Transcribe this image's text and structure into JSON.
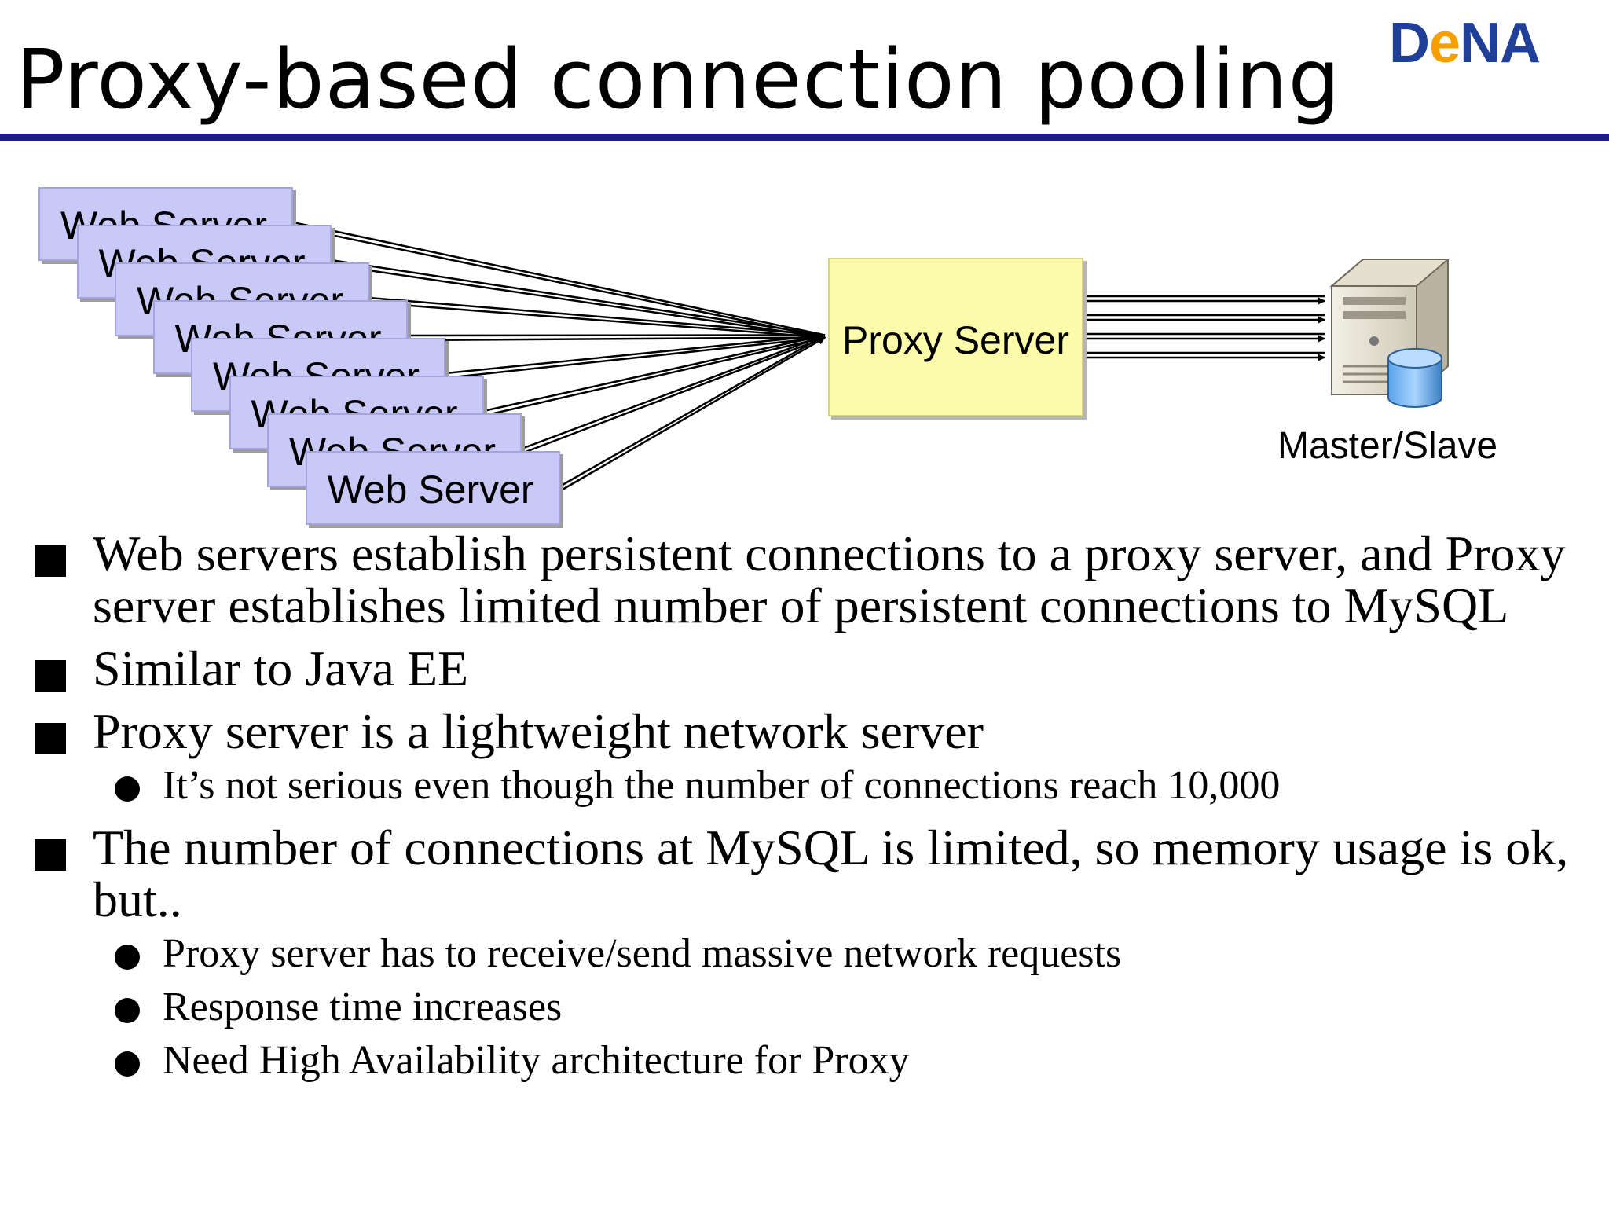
{
  "title": "Proxy-based connection pooling",
  "logo": {
    "part1": "D",
    "part2": "e",
    "part3": "NA"
  },
  "diagram": {
    "web_servers": [
      "Web Server",
      "Web Server",
      "Web Server",
      "Web Server",
      "Web Server",
      "Web Server",
      "Web Server",
      "Web Server"
    ],
    "proxy_label": "Proxy Server",
    "db_label": "Master/Slave",
    "proxy_to_db_connections": 4,
    "colors": {
      "web_server_fill": "#c9c9f7",
      "proxy_fill": "#fbfbaa",
      "title_rule": "#1c1a8e"
    }
  },
  "bullets": [
    {
      "text": "Web servers establish persistent connections to a proxy server, and Proxy server establishes limited number of persistent connections to MySQL",
      "sub": []
    },
    {
      "text": "Similar to Java EE",
      "sub": []
    },
    {
      "text": "Proxy server is a lightweight network server",
      "sub": [
        "It’s not serious even though the number of connections reach 10,000"
      ]
    },
    {
      "text": "The number of connections at MySQL is limited, so memory usage is ok, but..",
      "sub": [
        "Proxy server has to receive/send massive network requests",
        "Response time increases",
        "Need High Availability architecture for Proxy"
      ]
    }
  ]
}
